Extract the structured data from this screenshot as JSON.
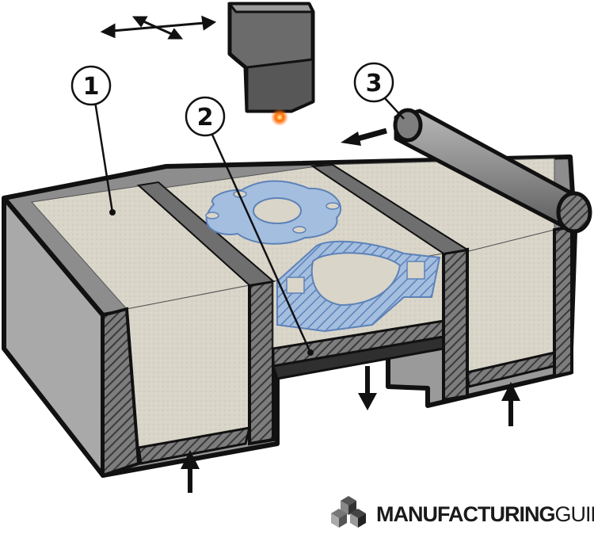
{
  "callouts": [
    {
      "id": "1",
      "label": "1"
    },
    {
      "id": "2",
      "label": "2"
    },
    {
      "id": "3",
      "label": "3"
    }
  ],
  "logo": {
    "bold": "MANUFACTURING",
    "light": "GUIDE"
  },
  "icons": {
    "brand": "cube-cluster-icon",
    "scan": "four-way-arrow-icon",
    "roller_direction": "arrow-left-icon",
    "platform_down": "arrow-down-icon",
    "feed_up": "arrow-up-icon"
  },
  "colors": {
    "powder": "#d9d5c9",
    "wall": "#8a8a8a",
    "part": "#a4bedf",
    "part_stroke": "#5d82b8",
    "laser_dot": "#ff6a00",
    "outline": "#111111"
  }
}
